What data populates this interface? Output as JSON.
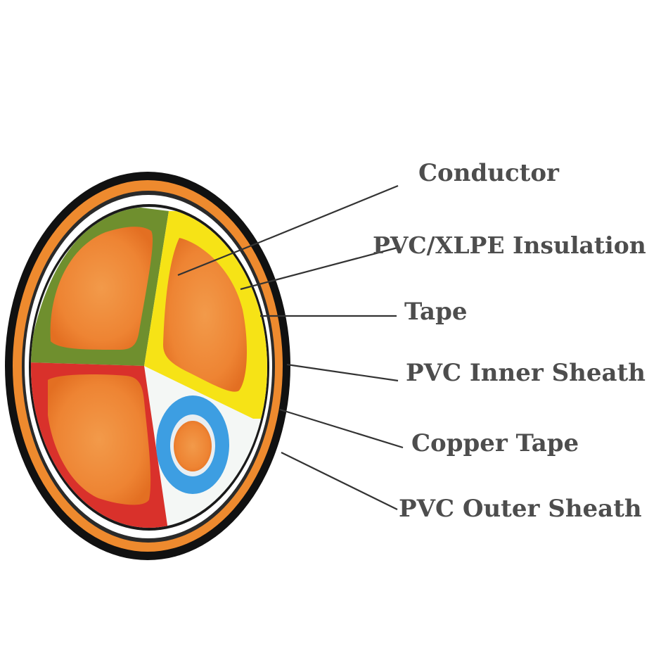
{
  "labels": {
    "conductor": "Conductor",
    "insulation": "PVC/XLPE Insulation",
    "tape": "Tape",
    "inner_sheath": "PVC Inner Sheath",
    "copper_tape": "Copper Tape",
    "outer_sheath": "PVC Outer Sheath"
  },
  "colors": {
    "outer_sheath": "#111111",
    "copper_tape": "#ee8a2e",
    "inner_sheath": "#ffffff",
    "conductor": "#f08a3a",
    "core_green": "#6f8f2e",
    "core_yellow": "#f6e316",
    "core_red": "#d9312b",
    "core_blue": "#3d9ee2",
    "leader_line": "#333333",
    "label_text": "#4d4d4d"
  }
}
